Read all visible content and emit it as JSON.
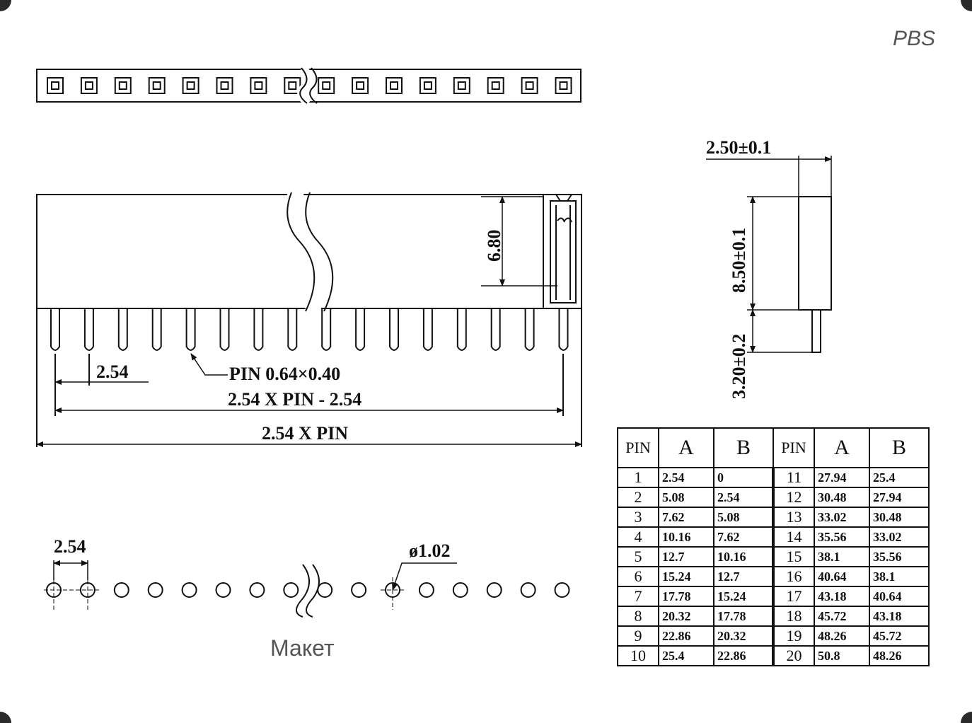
{
  "header": {
    "series_code": "PBS"
  },
  "dimensions": {
    "pin_pitch": "2.54",
    "pin_size": "PIN 0.64×0.40",
    "first_to_last_pin": "2.54 X PIN - 2.54",
    "total_length": "2.54 X PIN",
    "insertion_depth": "6.80",
    "width": "2.50±0.1",
    "body_height": "8.50±0.1",
    "pin_length": "3.20±0.2",
    "layout_pitch": "2.54",
    "hole_diameter": "ø1.02"
  },
  "layout": {
    "caption": "Макет"
  },
  "table": {
    "headers": [
      "PIN",
      "A",
      "B",
      "PIN",
      "A",
      "B"
    ],
    "rows": [
      [
        "1",
        "2.54",
        "0",
        "11",
        "27.94",
        "25.4"
      ],
      [
        "2",
        "5.08",
        "2.54",
        "12",
        "30.48",
        "27.94"
      ],
      [
        "3",
        "7.62",
        "5.08",
        "13",
        "33.02",
        "30.48"
      ],
      [
        "4",
        "10.16",
        "7.62",
        "14",
        "35.56",
        "33.02"
      ],
      [
        "5",
        "12.7",
        "10.16",
        "15",
        "38.1",
        "35.56"
      ],
      [
        "6",
        "15.24",
        "12.7",
        "16",
        "40.64",
        "38.1"
      ],
      [
        "7",
        "17.78",
        "15.24",
        "17",
        "43.18",
        "40.64"
      ],
      [
        "8",
        "20.32",
        "17.78",
        "18",
        "45.72",
        "43.18"
      ],
      [
        "9",
        "22.86",
        "20.32",
        "19",
        "48.26",
        "45.72"
      ],
      [
        "10",
        "25.4",
        "22.86",
        "20",
        "50.8",
        "48.26"
      ]
    ]
  }
}
